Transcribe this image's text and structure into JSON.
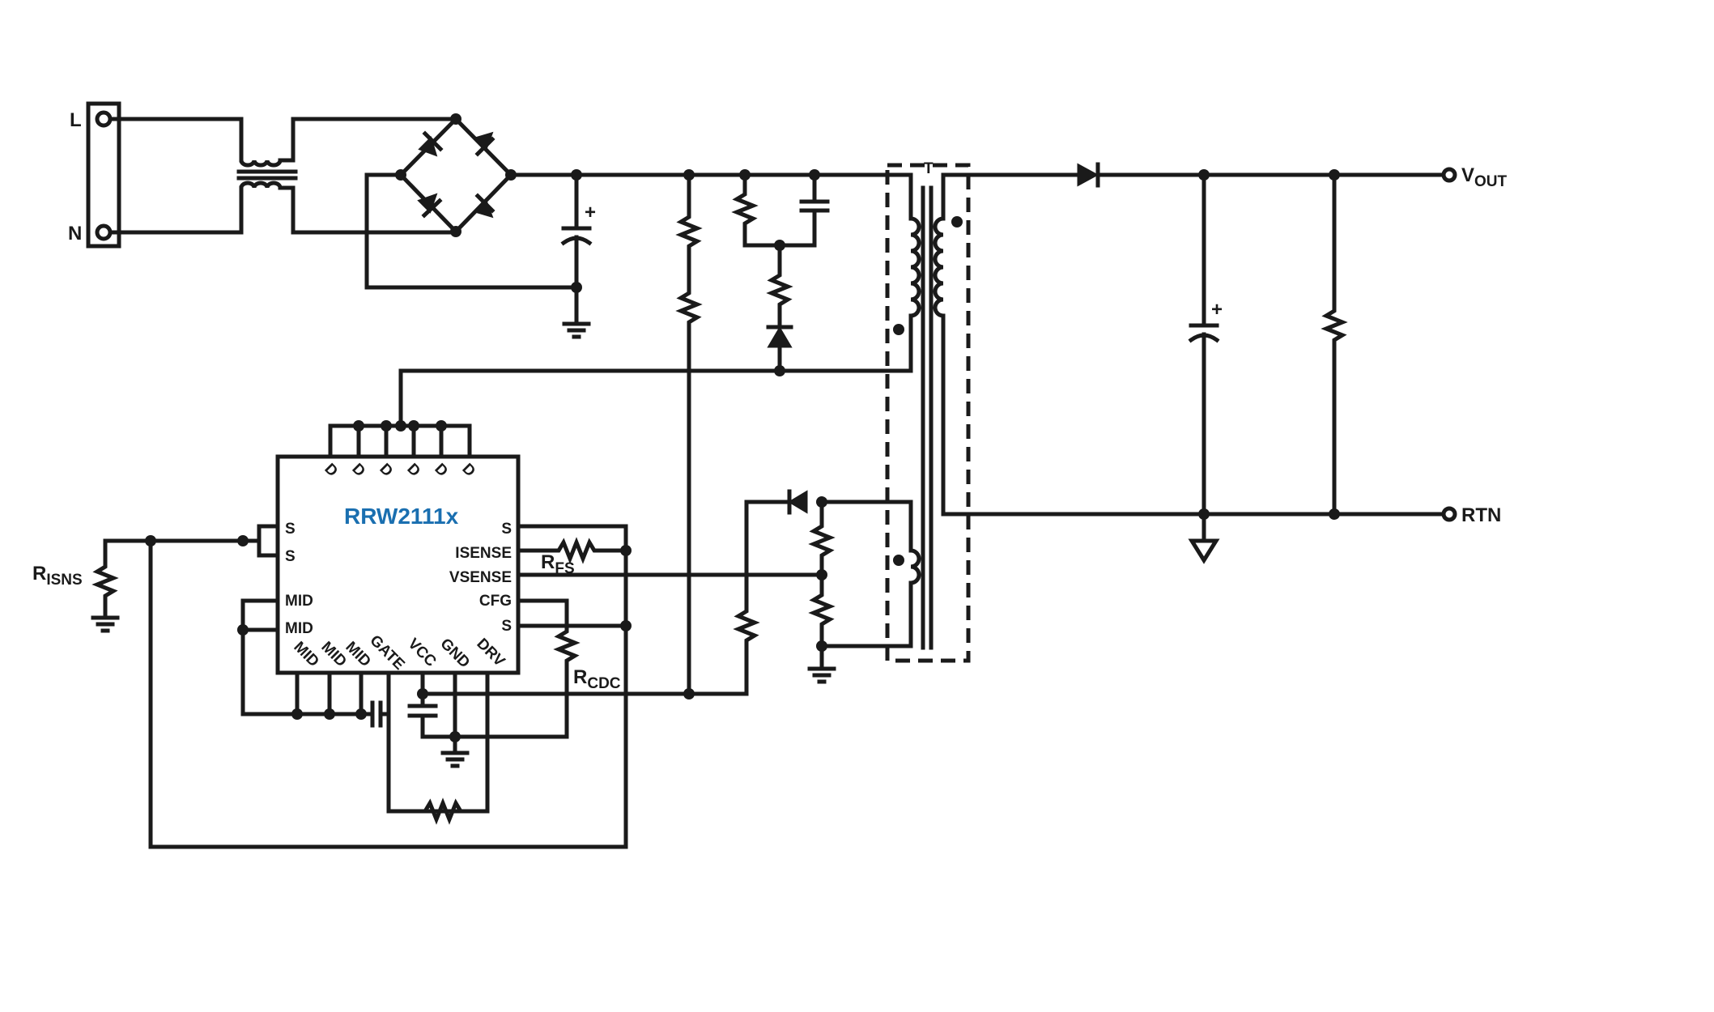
{
  "diagram": {
    "ic_name": "RRW2111x",
    "ic_name_color": "#1a6fb0",
    "line_color": "#1a1a1a",
    "input_labels": {
      "line": "L",
      "neutral": "N"
    },
    "output_labels": {
      "vout_main": "V",
      "vout_sub": "OUT",
      "rtn": "RTN"
    },
    "capacitor_polarity": "+",
    "transformer_label": "T",
    "resistor_labels": {
      "risns_main": "R",
      "risns_sub": "ISNS",
      "rfs_main": "R",
      "rfs_sub": "FS",
      "rcdc_main": "R",
      "rcdc_sub": "CDC"
    },
    "ic_pins": {
      "top": [
        "D",
        "D",
        "D",
        "D",
        "D",
        "D"
      ],
      "left": [
        "S",
        "S",
        "MID",
        "MID"
      ],
      "right": [
        "S",
        "ISENSE",
        "VSENSE",
        "CFG",
        "S"
      ],
      "bottom": [
        "MID",
        "MID",
        "MID",
        "GATE",
        "VCC",
        "GND",
        "DRV"
      ]
    }
  }
}
